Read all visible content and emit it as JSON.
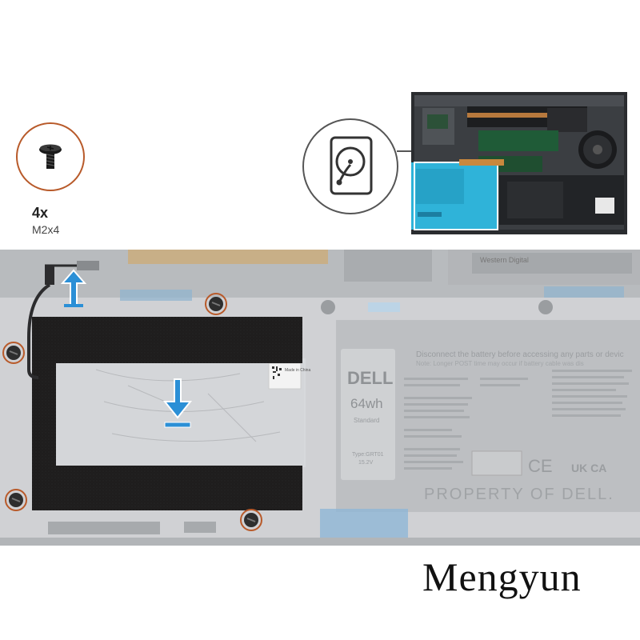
{
  "screw_callout": {
    "count": "4x",
    "spec": "M2x4",
    "icon": "screw-icon"
  },
  "overview": {
    "icon": "hard-drive-icon",
    "highlight_color": "#2fb3d9"
  },
  "battery_label": {
    "warning": "Disconnect the battery before accessing any parts or devic",
    "warning2": "Note: Longer POST time may occur if battery cable was dis",
    "brand": "DELL",
    "capacity": "64wh",
    "standard": "Standard",
    "type": "Type:GRT01",
    "voltage": "15.2V",
    "property": "PROPERTY OF DELL.",
    "marks": [
      "CE",
      "UK CA"
    ]
  },
  "ssd_label": {
    "brand": "Western Digital"
  },
  "hdd_sticker": {
    "text": "Made in China"
  },
  "watermark": {
    "text": "Mengyun"
  },
  "colors": {
    "screw_ring": "#b85a2a",
    "arrow": "#2b8fd6",
    "foam": "#1e1d1d"
  }
}
